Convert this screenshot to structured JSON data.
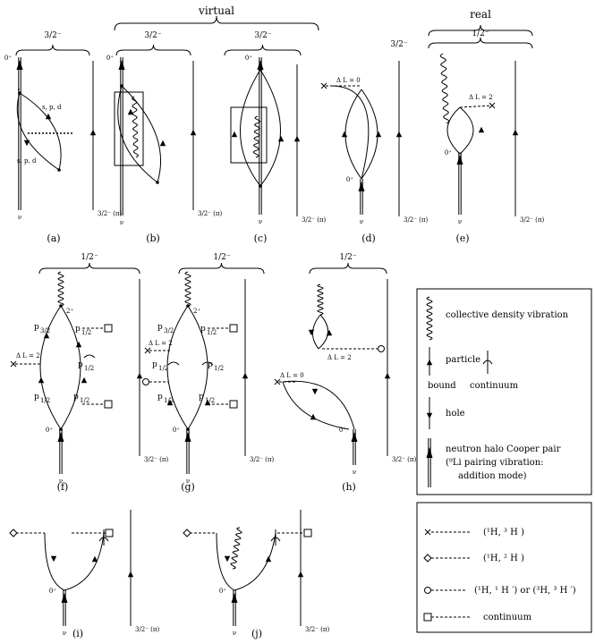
{
  "brackets": {
    "virtual": "virtual",
    "real": "real",
    "j32": "3/2⁻",
    "j12": "1/2⁻"
  },
  "labels": {
    "zero_plus": "0⁺",
    "two_plus": "2⁺",
    "nu": "ν",
    "final": "3/2⁻ (π)",
    "spd": "s, p, d",
    "dl0": "Δ L = 0",
    "dl2": "Δ L = 2",
    "p32": "p",
    "p12": "p",
    "sub32": "3/2",
    "sub12": "1/2"
  },
  "captions": [
    "(a)",
    "(b)",
    "(c)",
    "(d)",
    "(e)",
    "(f)",
    "(g)",
    "(h)",
    "(i)",
    "(j)"
  ],
  "legend1": {
    "vibration": "collective density vibration",
    "particle": "particle",
    "bound": "bound",
    "continuum": "continuum",
    "hole": "hole",
    "cooper_1": "neutron halo Cooper pair",
    "cooper_2": "(⁹Li pairing vibration:",
    "cooper_3": "addition mode)"
  },
  "legend2": {
    "cross": "(¹H, ³ H )",
    "diamond": "(¹H, ² H )",
    "circle": "(¹H, ¹ H ′)  or (³H, ³ H ′)",
    "square": "continuum"
  }
}
